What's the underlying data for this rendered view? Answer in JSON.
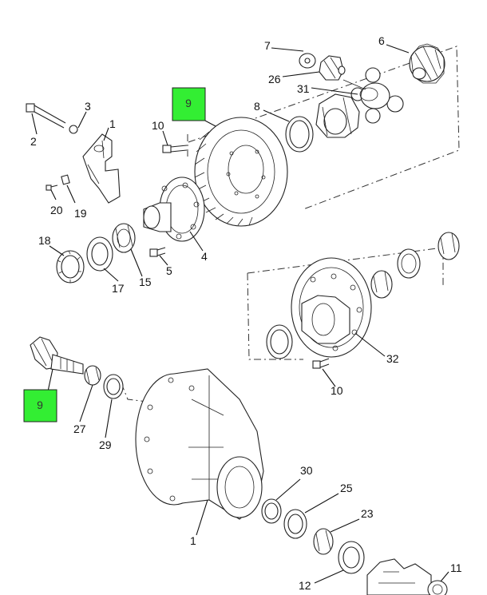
{
  "callouts": {
    "c7": "7",
    "c6": "6",
    "c26": "26",
    "c31": "31",
    "c3": "3",
    "c1a": "1",
    "c8": "8",
    "c10a": "10",
    "c2": "2",
    "c20": "20",
    "c19": "19",
    "c18": "18",
    "c17": "17",
    "c15": "15",
    "c5": "5",
    "c4": "4",
    "c32": "32",
    "c10b": "10",
    "c27": "27",
    "c29": "29",
    "c30": "30",
    "c25": "25",
    "c23": "23",
    "c1b": "1",
    "c12": "12",
    "c11": "11"
  },
  "highlights": {
    "h1": "9",
    "h2": "9"
  },
  "colors": {
    "highlight": "#33ee33",
    "line": "#111111"
  }
}
